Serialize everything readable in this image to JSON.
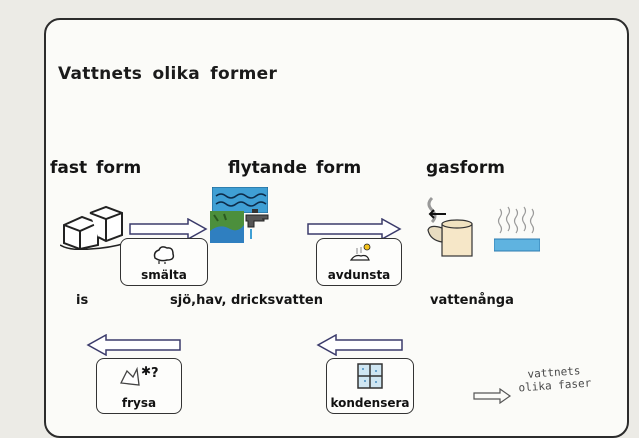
{
  "title": "Vattnets olika former",
  "states": {
    "solid": {
      "heading": "fast form",
      "example": "is"
    },
    "liquid": {
      "heading": "flytande form",
      "example": "sjö,hav, dricksvatten"
    },
    "gas": {
      "heading": "gasform",
      "example": "vattenånga"
    }
  },
  "processes": {
    "melt": "smälta",
    "evaporate": "avdunsta",
    "freeze": "frysa",
    "condense": "kondensera"
  },
  "handwritten_note": {
    "line1": "vattnets",
    "line2": "olika faser"
  },
  "icons": [
    "ice-cubes-icon",
    "water-waves-icon",
    "faucet-icon",
    "kettle-steam-icon",
    "steam-icon",
    "melting-icon",
    "evaporate-icon",
    "snowflake-icon",
    "window-icon"
  ],
  "colors": {
    "arrow_stroke": "#3b3b6b",
    "water": "#3f9fd4",
    "ink": "#151515"
  }
}
